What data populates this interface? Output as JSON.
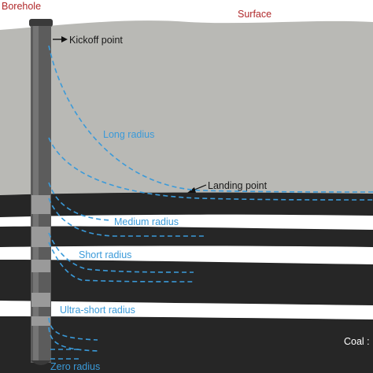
{
  "diagram": {
    "title_borehole": "Borehole",
    "title_surface": "Surface",
    "kickoff_label": "Kickoff point",
    "landing_label": "Landing point",
    "radius_labels": {
      "long": "Long radius",
      "medium": "Medium radius",
      "short": "Short radius",
      "ultra_short": "Ultra-short radius",
      "zero": "Zero radius"
    },
    "coal_label": "Coal :",
    "colors": {
      "overburden": "#b9b9b5",
      "coal": "#262626",
      "interburden": "#ffffff",
      "path": "#3a9ad9",
      "surface_label": "#b0282a",
      "casing": "#5c5c5c"
    }
  }
}
